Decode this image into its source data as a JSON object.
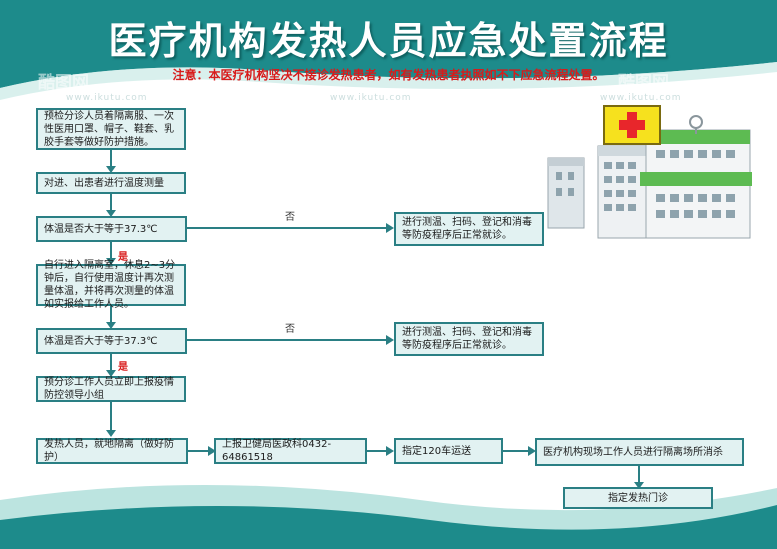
{
  "title": "医疗机构发热人员应急处置流程",
  "notice": "注意：本医疗机构坚决不接诊发热患者，如有发热患者执照如不下应急流程处置。",
  "watermark": {
    "brand": "酷图网",
    "url": "www.ikutu.com"
  },
  "steps": {
    "s1": "预检分诊人员着隔离服、一次性医用口罩、帽子、鞋套、乳胶手套等做好防护措施。",
    "s2": "对进、出患者进行温度测量",
    "s3": "体温是否大于等于37.3℃",
    "s4": "自行进入隔离室，休息2~3分钟后，自行使用温度计再次测量体温，并将再次测量的体温如实报给工作人员。",
    "s5": "体温是否大于等于37.3℃",
    "s6": "预分诊工作人员立即上报疫情防控领导小组",
    "s7": "发热人员，就地隔离（做好防护）",
    "s8": "上报卫健局医政科0432-64861518",
    "s9": "指定120车运送",
    "s10": "医疗机构现场工作人员进行隔离场所消杀",
    "s11": "指定发热门诊",
    "r1": "进行测温、扫码、登记和消毒等防疫程序后正常就诊。",
    "r2": "进行测温、扫码、登记和消毒等防疫程序后正常就诊。"
  },
  "labels": {
    "no1": "否",
    "no2": "否",
    "yes1": "是",
    "yes2": "是"
  },
  "colors": {
    "teal": "#1f8a8c",
    "box_border": "#2a7f84",
    "box_fill": "#e2f2f2",
    "notice": "#d81b1b",
    "cross": "#e8262b"
  }
}
